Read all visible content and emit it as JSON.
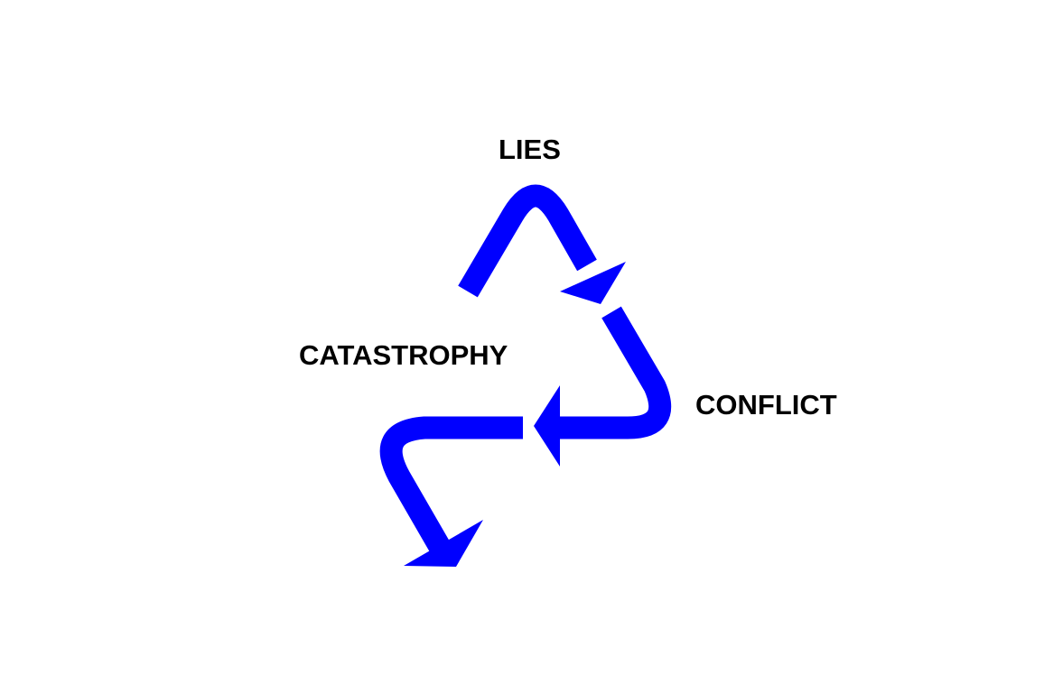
{
  "colors": {
    "arrow": "#0000ff",
    "text": "#000000",
    "background": "#ffffff"
  },
  "labels": {
    "lies": "LIES",
    "catastrophy": "CATASTROPHY",
    "conflict": "CONFLICT"
  },
  "flow": [
    "LIES",
    "CONFLICT",
    "CATASTROPHY"
  ]
}
